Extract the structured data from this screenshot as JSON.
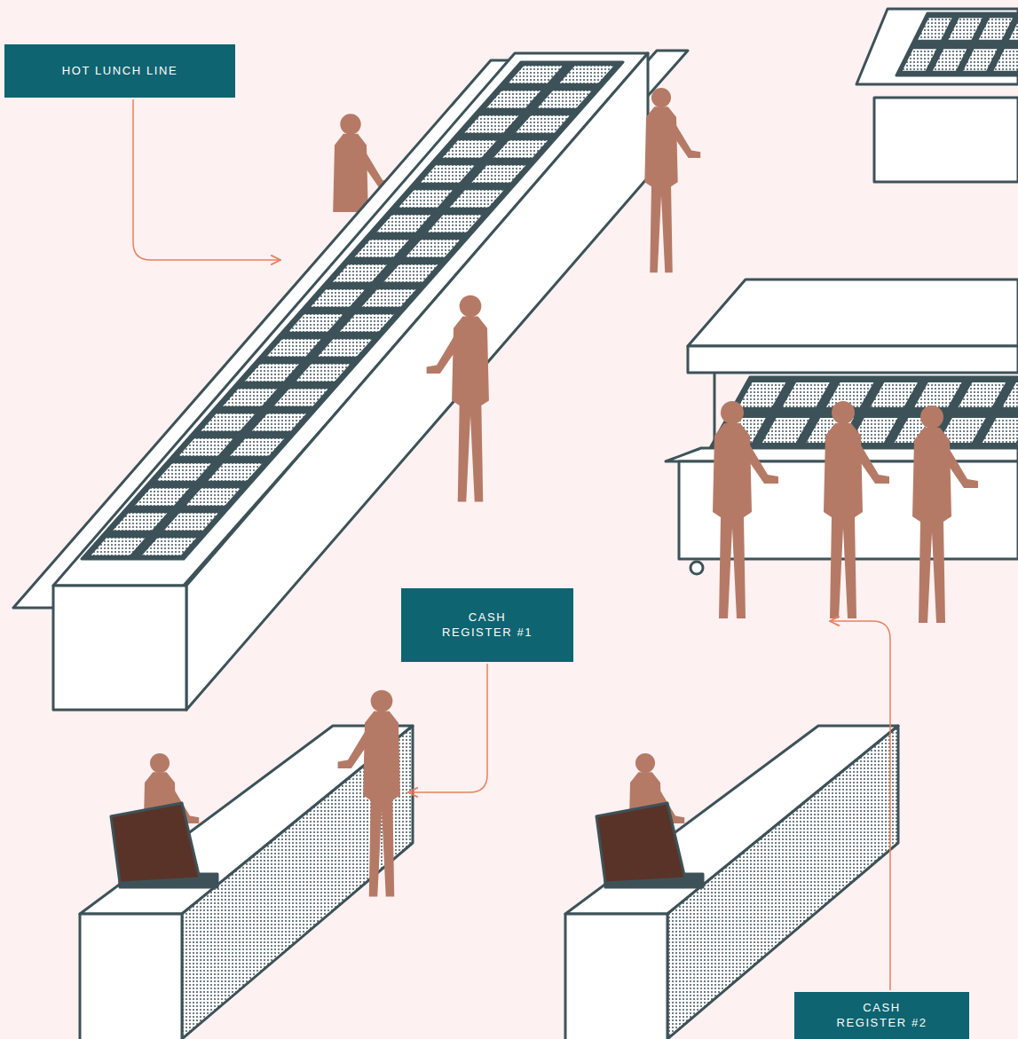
{
  "diagram": {
    "nodes": [
      {
        "text": [
          "HOT LUNCH LINE"
        ]
      },
      {
        "text": [
          "CASH REGISTER #1"
        ]
      },
      {
        "text": [
          "CASH REGISTER #2"
        ]
      }
    ]
  }
}
